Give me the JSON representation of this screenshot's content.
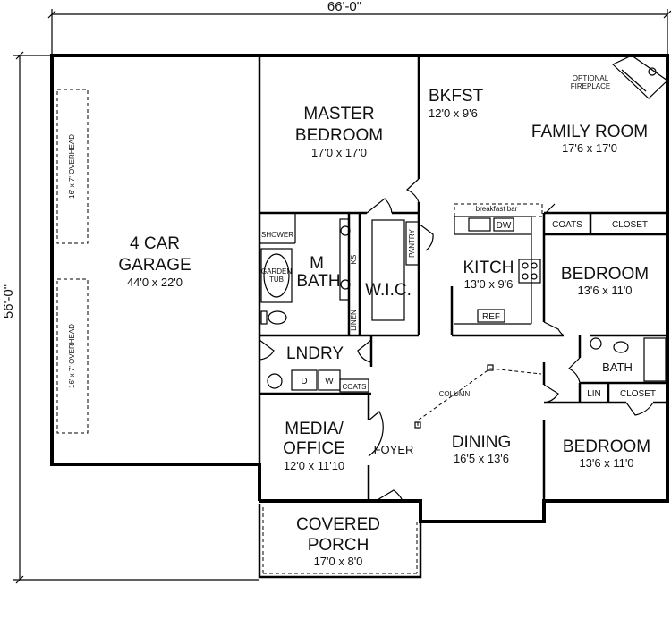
{
  "overall": {
    "width": "66'-0\"",
    "depth": "56'-0\""
  },
  "rooms": {
    "garage": {
      "name_line1": "4 CAR",
      "name_line2": "GARAGE",
      "dims": "44'0 x 22'0",
      "door1": "16' x 7' OVERHEAD",
      "door2": "16' x 7' OVERHEAD"
    },
    "master": {
      "name_line1": "MASTER",
      "name_line2": "BEDROOM",
      "dims": "17'0 x 17'0"
    },
    "bkfst": {
      "name": "BKFST",
      "dims": "12'0 x 9'6"
    },
    "family": {
      "name": "FAMILY ROOM",
      "dims": "17'6 x 17'0",
      "fireplace_line1": "OPTIONAL",
      "fireplace_line2": "FIREPLACE"
    },
    "mbath": {
      "name_line1": "M",
      "name_line2": "BATH",
      "shower": "SHOWER",
      "tub_line1": "GARDEN",
      "tub_line2": "TUB",
      "ks": "KS",
      "linen": "LINEN"
    },
    "wic": {
      "name": "W.I.C."
    },
    "pantry": {
      "name": "PANTRY"
    },
    "kitchen": {
      "name": "KITCH",
      "dims": "13'0 x 9'6",
      "bar": "breakfast bar",
      "dw": "DW",
      "ref": "REF"
    },
    "coats_closet": {
      "coats": "COATS",
      "closet": "CLOSET"
    },
    "bedroom1": {
      "name": "BEDROOM",
      "dims": "13'6 x 11'0"
    },
    "laundry": {
      "name": "LNDRY",
      "dryer": "D",
      "washer": "W",
      "coats": "COATS"
    },
    "bath": {
      "name": "BATH",
      "lin": "LIN",
      "closet": "CLOSET"
    },
    "media": {
      "name_line1": "MEDIA/",
      "name_line2": "OFFICE",
      "dims": "12'0 x 11'10"
    },
    "foyer": {
      "name": "FOYER"
    },
    "dining": {
      "name": "DINING",
      "dims": "16'5 x 13'6",
      "column": "COLUMN"
    },
    "bedroom2": {
      "name": "BEDROOM",
      "dims": "13'6 x 11'0"
    },
    "porch": {
      "name_line1": "COVERED",
      "name_line2": "PORCH",
      "dims": "17'0 x 8'0"
    }
  }
}
